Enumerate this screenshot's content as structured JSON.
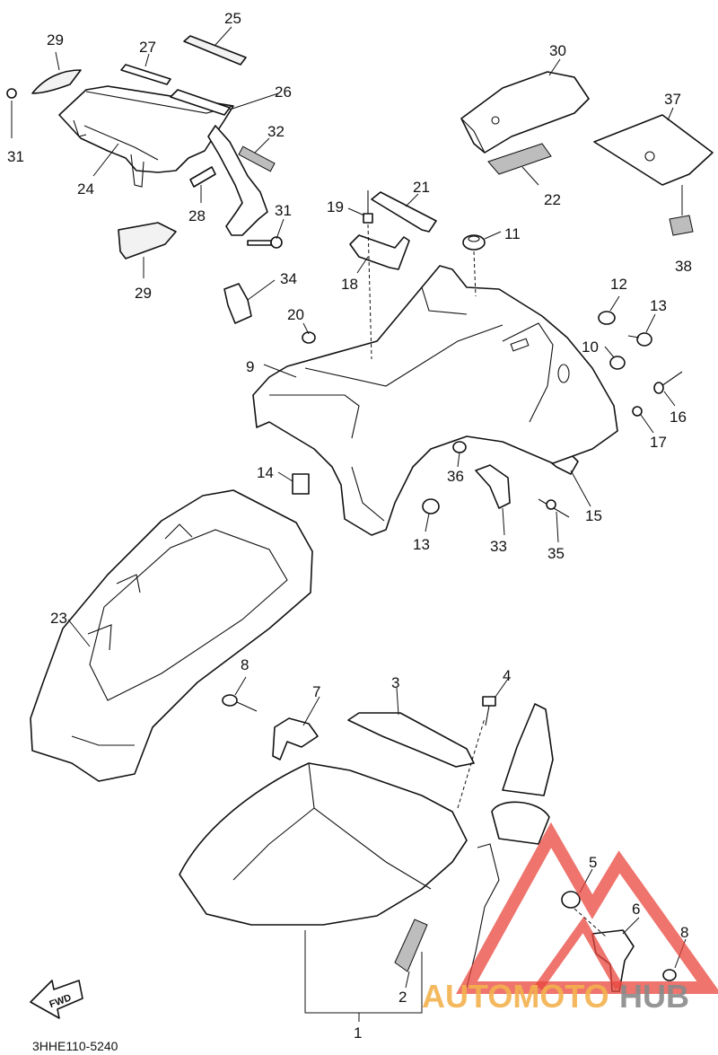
{
  "diagram": {
    "drawing_code": "3HHE110-5240",
    "direction_label": "FWD",
    "watermark": {
      "text_a": "AUTOMOTO",
      "text_b": "HUB",
      "logo_color": "#e8453c",
      "text_a_color": "#f3b24e",
      "text_b_color": "#8a8a8a"
    },
    "callouts": {
      "c1": "1",
      "c2": "2",
      "c3": "3",
      "c4": "4",
      "c5": "5",
      "c6": "6",
      "c7": "7",
      "c8a": "8",
      "c8b": "8",
      "c9": "9",
      "c10": "10",
      "c11": "11",
      "c12": "12",
      "c13a": "13",
      "c13b": "13",
      "c14": "14",
      "c15": "15",
      "c16": "16",
      "c17": "17",
      "c18": "18",
      "c19": "19",
      "c20": "20",
      "c21": "21",
      "c22": "22",
      "c23": "23",
      "c24": "24",
      "c25": "25",
      "c26": "26",
      "c27": "27",
      "c28": "28",
      "c29a": "29",
      "c29b": "29",
      "c30": "30",
      "c31a": "31",
      "c31b": "31",
      "c32": "32",
      "c33": "33",
      "c34": "34",
      "c35": "35",
      "c36": "36",
      "c37": "37",
      "c38": "38"
    }
  }
}
